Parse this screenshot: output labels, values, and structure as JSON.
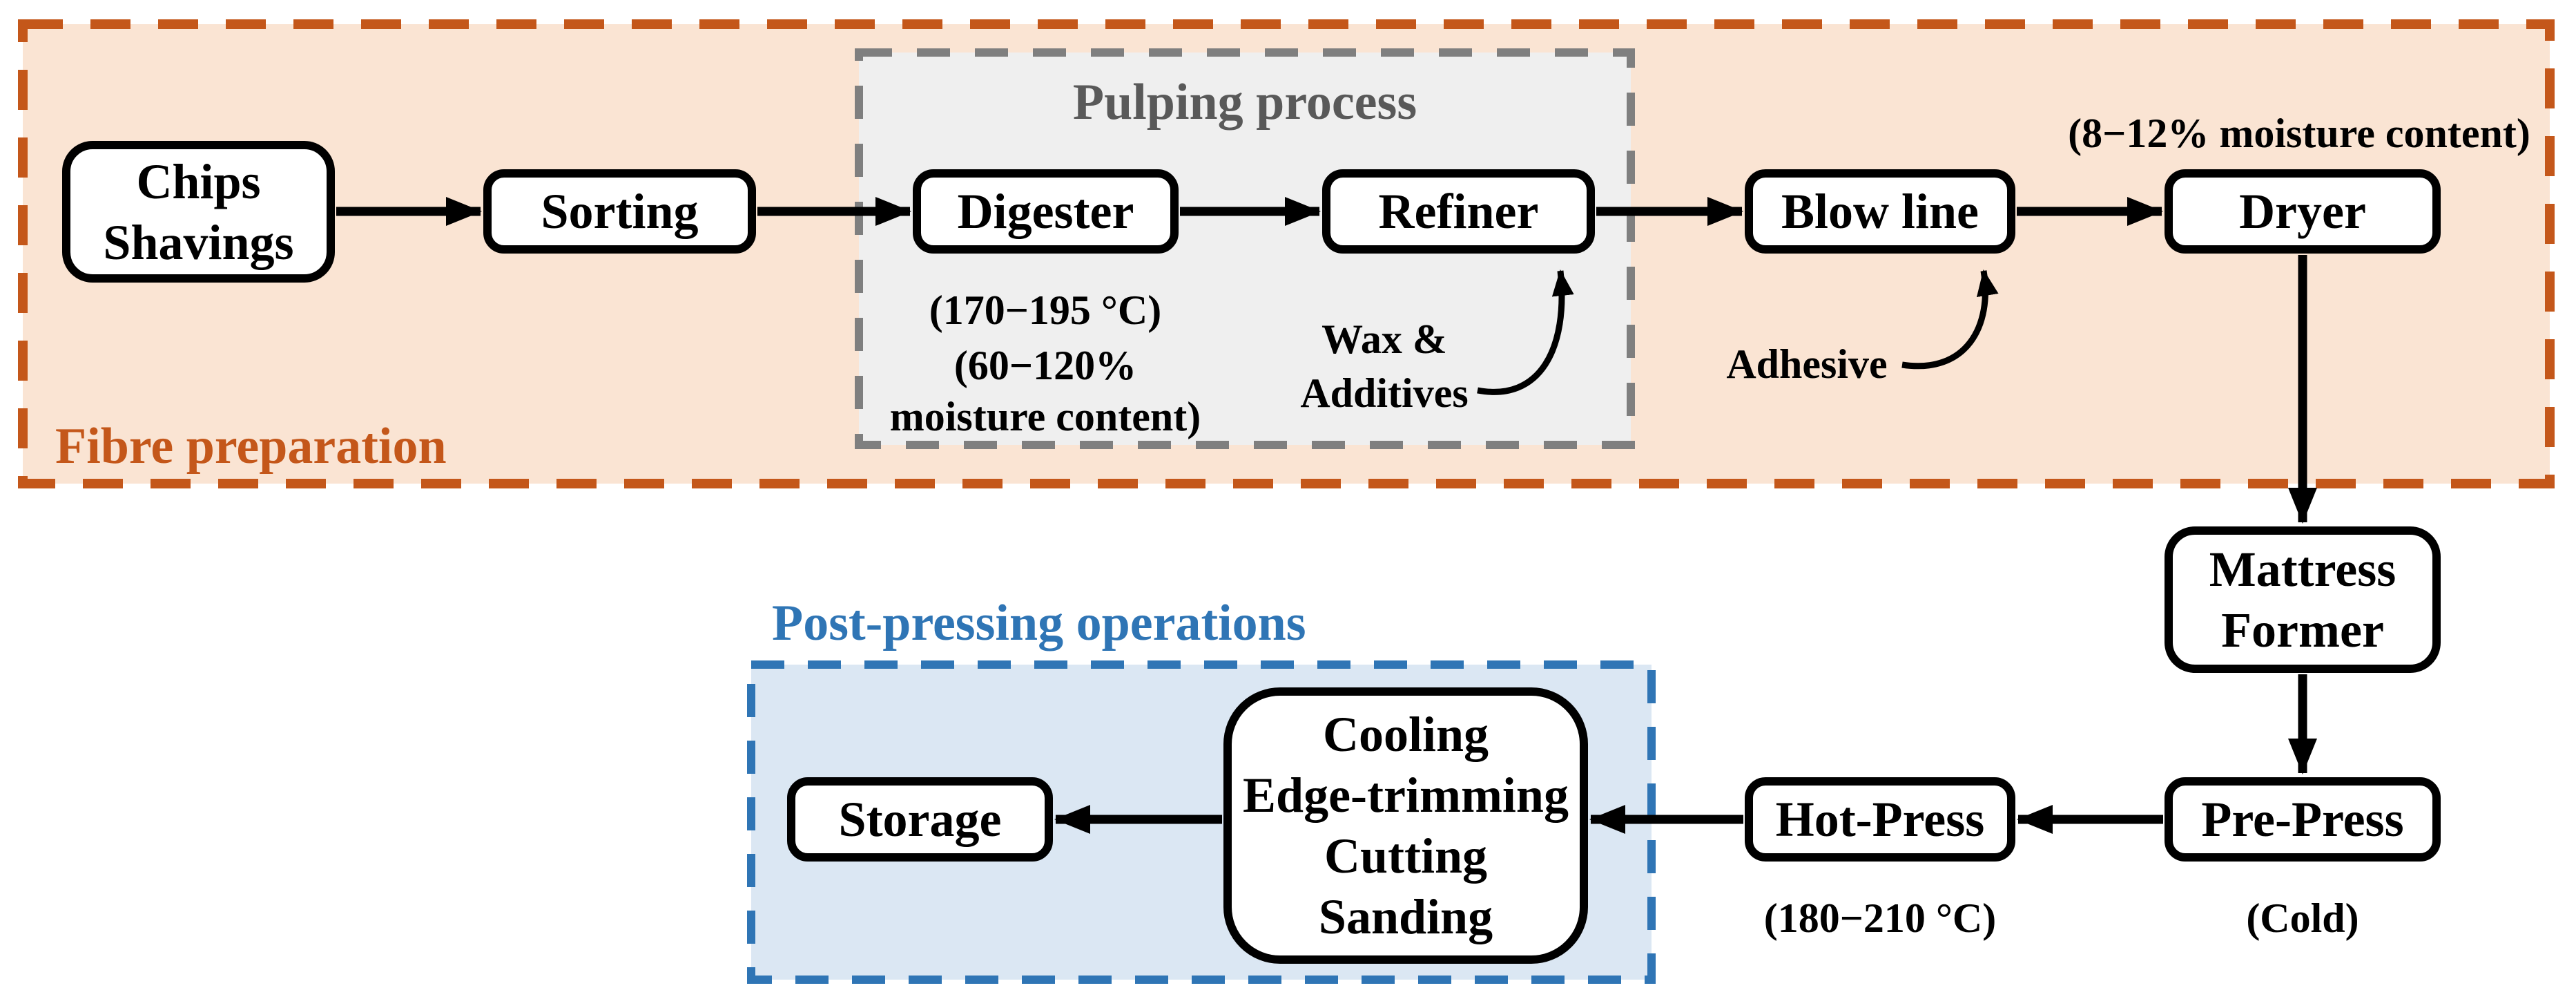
{
  "colors": {
    "page_bg": "#FFFFFF",
    "fibre_fill": "#FAE4D3",
    "fibre_border": "#C4571A",
    "pulping_fill": "#EFEFEF",
    "pulping_border": "#7F7F7F",
    "pulping_title": "#595959",
    "post_fill": "#DBE7F3",
    "post_border": "#2F75B5",
    "post_title": "#2F75B5",
    "node_fill": "#FFFFFF",
    "node_border": "#000000",
    "arrow": "#000000",
    "text": "#000000"
  },
  "regions": {
    "fibre": {
      "label": "Fibre preparation"
    },
    "pulping": {
      "title": "Pulping process"
    },
    "post": {
      "title": "Post-pressing operations"
    }
  },
  "nodes": {
    "chips": {
      "label": "Chips\nShavings"
    },
    "sorting": {
      "label": "Sorting"
    },
    "digester": {
      "label": "Digester",
      "note1": "(170−195 °C)",
      "note2": "(60−120%\nmoisture content)"
    },
    "refiner": {
      "label": "Refiner"
    },
    "blowline": {
      "label": "Blow line"
    },
    "dryer": {
      "label": "Dryer",
      "note": "(8−12% moisture content)"
    },
    "mattress": {
      "label": "Mattress\nFormer"
    },
    "prepress": {
      "label": "Pre-Press",
      "note": "(Cold)"
    },
    "hotpress": {
      "label": "Hot-Press",
      "note": "(180−210 °C)"
    },
    "cooling": {
      "label": "Cooling\nEdge-trimming\nCutting\nSanding"
    },
    "storage": {
      "label": "Storage"
    }
  },
  "annotations": {
    "wax": "Wax &\nAdditives",
    "adhesive": "Adhesive"
  },
  "edges": [
    {
      "from": "Chips Shavings",
      "to": "Sorting"
    },
    {
      "from": "Sorting",
      "to": "Digester"
    },
    {
      "from": "Digester",
      "to": "Refiner"
    },
    {
      "from": "Refiner",
      "to": "Blow line"
    },
    {
      "from": "Blow line",
      "to": "Dryer"
    },
    {
      "from": "Dryer",
      "to": "Mattress Former"
    },
    {
      "from": "Mattress Former",
      "to": "Pre-Press"
    },
    {
      "from": "Pre-Press",
      "to": "Hot-Press"
    },
    {
      "from": "Hot-Press",
      "to": "Cooling Edge-trimming Cutting Sanding"
    },
    {
      "from": "Cooling Edge-trimming Cutting Sanding",
      "to": "Storage"
    },
    {
      "from": "Wax & Additives",
      "to": "Refiner",
      "type": "input"
    },
    {
      "from": "Adhesive",
      "to": "Blow line",
      "type": "input"
    }
  ]
}
